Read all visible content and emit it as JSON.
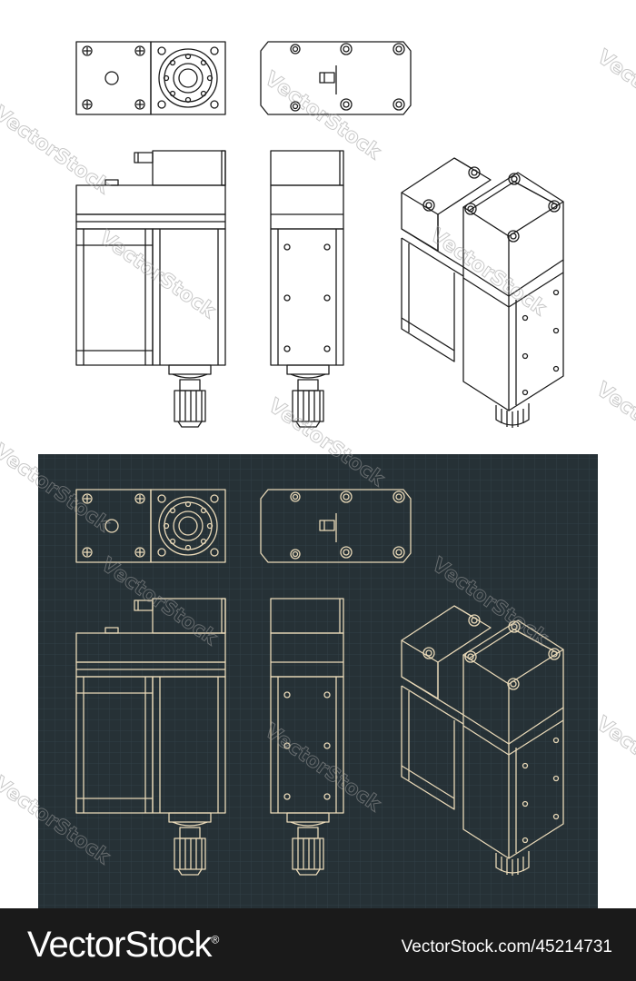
{
  "watermark": {
    "text": "VectorStock"
  },
  "footer": {
    "logo": "VectorStock",
    "registered": "®",
    "url": "VectorStock.com/45214731"
  },
  "colors": {
    "page_background": "#ffffff",
    "light_line": "#1b1b1b",
    "dark_panel": "#263136",
    "dark_grid": "#33424a",
    "dark_line": "#e9d9b8",
    "footer_background": "#1a1a1a"
  },
  "views": [
    "front-view-top",
    "back-view-top",
    "side-elevation",
    "side-elevation-narrow",
    "isometric-view"
  ]
}
